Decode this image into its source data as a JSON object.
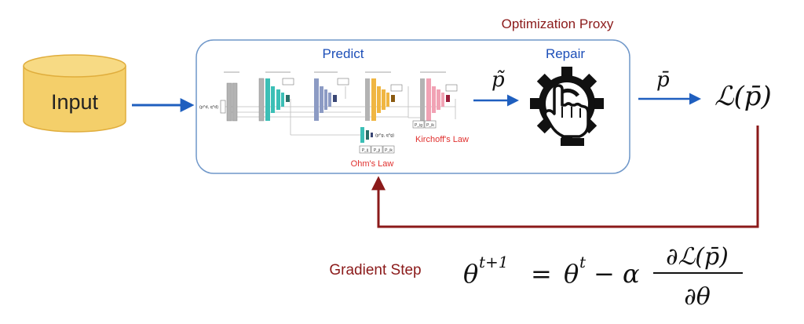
{
  "input_label": "Input",
  "optimization_proxy_label": "Optimization Proxy",
  "predict_label": "Predict",
  "repair_label": "Repair",
  "p_tilde_label": "p̃",
  "p_bar_label": "p̄",
  "loss_label": "ℒ(p̄)",
  "kirchoff_label": "Kirchoff's Law",
  "ohm_label": "Ohm's Law",
  "gradient_step_label": "Gradient Step",
  "update_rule": {
    "lhs_base": "θ",
    "lhs_sup": "t+1",
    "equals": "=",
    "rhs_base": "θ",
    "rhs_sup": "t",
    "minus_alpha": "− α",
    "numerator": "∂ℒ(p̄)",
    "denominator": "∂θ"
  },
  "network_tags": {
    "left_input": "(p^d, q^d)",
    "mid_output": "(p^g, q^g)",
    "bottom_boxes": [
      "P_ij",
      "P_ji",
      "P_ik"
    ],
    "right_boxes": [
      "P_ig",
      "P_ik"
    ]
  },
  "colors": {
    "arrow_blue": "#1f5fbf",
    "dark_red": "#8b1a1a",
    "predict_blue": "#1d4fb8",
    "law_red": "#e0302e",
    "cylinder_fill": "#f4cf6a",
    "cylinder_stroke": "#e0ad3c",
    "box_border": "#6f97c9"
  },
  "icons": [
    "database-cylinder",
    "gear-hand-icon"
  ]
}
